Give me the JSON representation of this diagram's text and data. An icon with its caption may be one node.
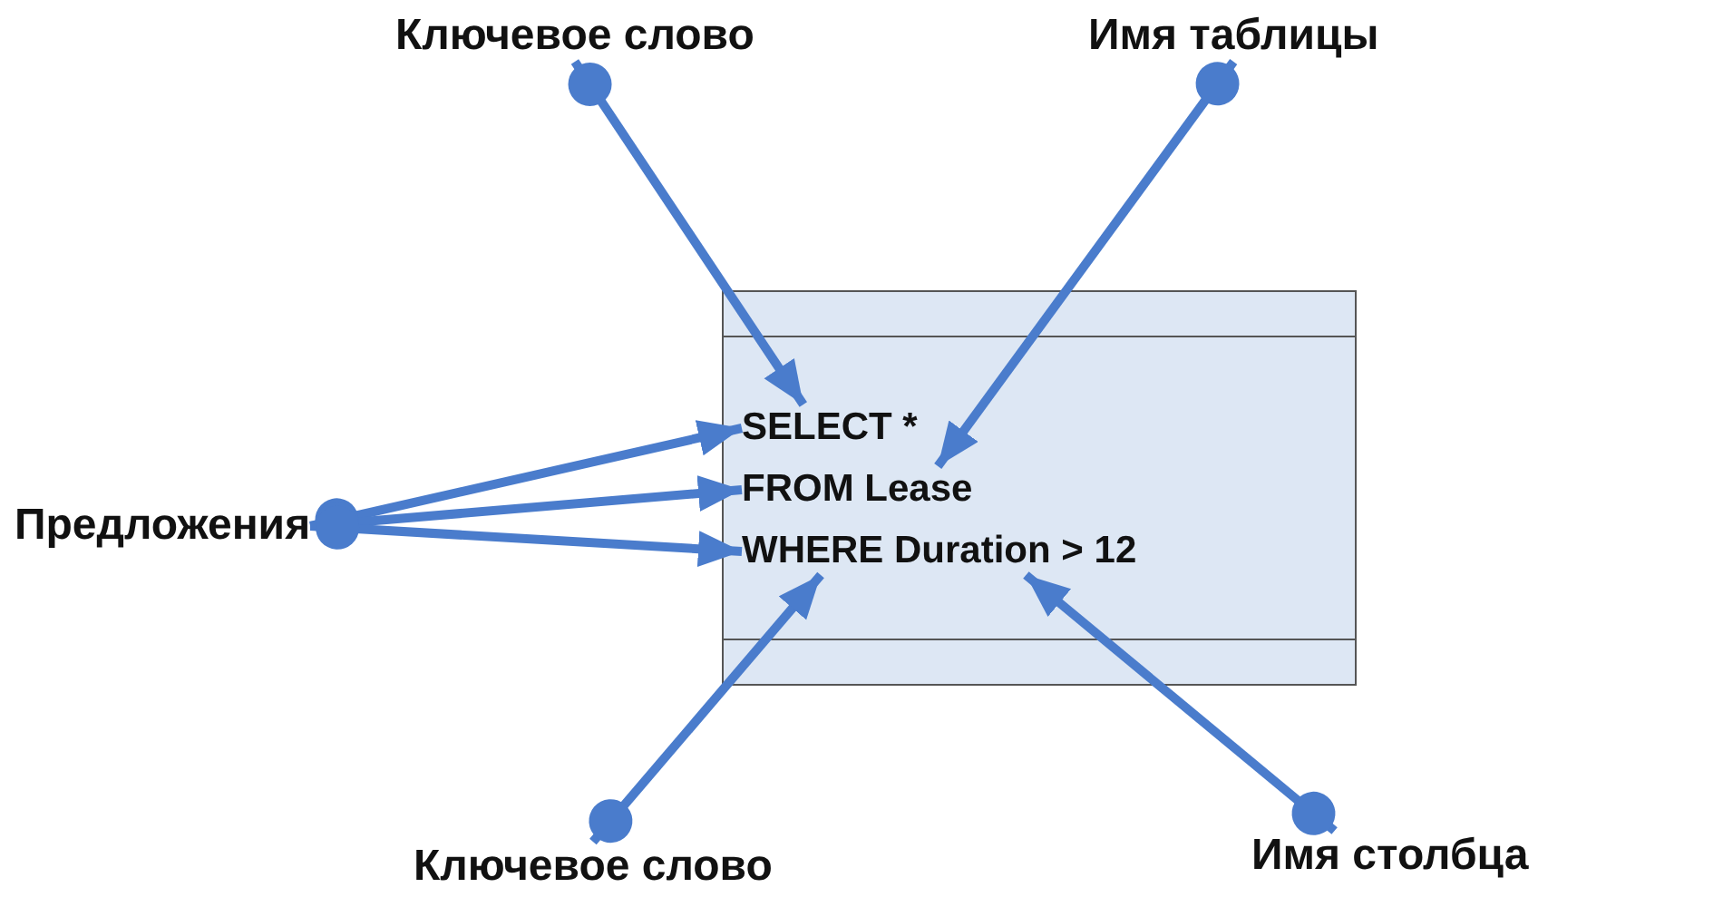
{
  "diagram": {
    "nodes": [
      {
        "text": [
          "Ключевое слово"
        ]
      },
      {
        "text": [
          "Имя таблицы"
        ]
      },
      {
        "text": [],
        "shape": "box"
      },
      {
        "text": [
          "SELECT *"
        ],
        "in": 2
      },
      {
        "text": [
          "FROM Lease"
        ],
        "in": 2
      },
      {
        "text": [
          "WHERE Duration > 12"
        ],
        "in": 2
      },
      {
        "text": [
          "Предложения"
        ]
      },
      {
        "text": [
          "Ключевое слово"
        ]
      },
      {
        "text": [
          "Имя столбца"
        ]
      }
    ],
    "edges": [
      {
        "from": 0,
        "to": 3,
        "arrow": "to"
      },
      {
        "from": 1,
        "to": 4,
        "arrow": "to"
      },
      {
        "from": 6,
        "to": 3,
        "arrow": "to"
      },
      {
        "from": 6,
        "to": 4,
        "arrow": "to"
      },
      {
        "from": 6,
        "to": 5,
        "arrow": "to"
      },
      {
        "from": 7,
        "to": 5,
        "arrow": "to"
      },
      {
        "from": 8,
        "to": 5,
        "arrow": "to"
      }
    ]
  }
}
